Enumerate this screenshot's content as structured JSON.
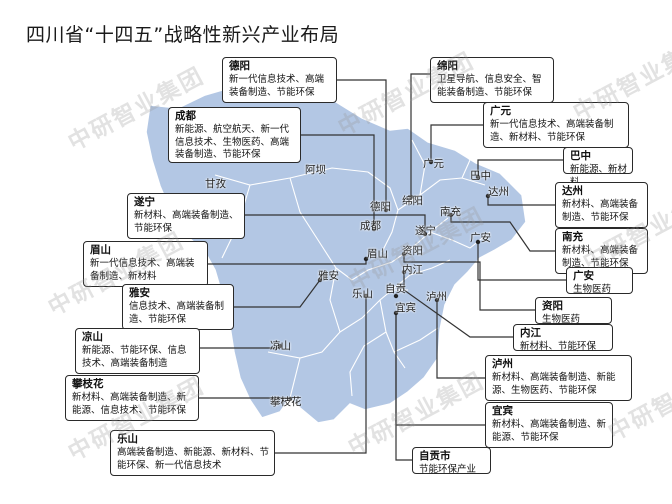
{
  "title": "四川省“十四五”战略性新兴产业布局",
  "colors": {
    "region": "#b3c7e4",
    "border": "#ffffff",
    "line": "#333333",
    "box_border": "#2a2a2a"
  },
  "watermark_text": "中研智业集团",
  "map_labels": [
    "甘孜",
    "阿坝",
    "德阳",
    "绵阳",
    "广元",
    "巴中",
    "达州",
    "南充",
    "广安",
    "成都",
    "遂宁",
    "眉山",
    "资阳",
    "内江",
    "雅安",
    "乐山",
    "自贡",
    "宜宾",
    "泸州",
    "凉山",
    "攀枝花"
  ],
  "cities": [
    {
      "name": "德阳",
      "industries": "新一代信息技术、高端装备制造、节能环保"
    },
    {
      "name": "绵阳",
      "industries": "卫星导航、信息安全、智能装备制造、节能环保"
    },
    {
      "name": "成都",
      "industries": "新能源、航空航天、新一代信息技术、生物医药、高端装备制造、节能环保"
    },
    {
      "name": "广元",
      "industries": "新一代信息技术、高端装备制造、新材料、节能环保"
    },
    {
      "name": "巴中",
      "industries": "新能源、新材料"
    },
    {
      "name": "达州",
      "industries": "新材料、高端装备制造、节能环保"
    },
    {
      "name": "遂宁",
      "industries": "新材料、高端装备制造、节能环保"
    },
    {
      "name": "南充",
      "industries": "新材料、高端装备制造、节能环保"
    },
    {
      "name": "眉山",
      "industries": "新一代信息技术、高端装备制造、新材料"
    },
    {
      "name": "广安",
      "industries": "生物医药"
    },
    {
      "name": "雅安",
      "industries": "信息技术、高端装备制造、节能环保"
    },
    {
      "name": "资阳",
      "industries": "生物医药"
    },
    {
      "name": "凉山",
      "industries": "新能源、节能环保、信息技术、高端装备制造"
    },
    {
      "name": "内江",
      "industries": "新材料、节能环保"
    },
    {
      "name": "攀枝花",
      "industries": "新材料、高端装备制造、新能源、信息技术、节能环保"
    },
    {
      "name": "泸州",
      "industries": "新材料、高端装备制造、新能源、生物医药、节能环保"
    },
    {
      "name": "乐山",
      "industries": "高端装备制造、新能源、新材料、节能环保、新一代信息技术"
    },
    {
      "name": "宜宾",
      "industries": "新材料、高端装备制造、新能源、节能环保"
    },
    {
      "name": "自贡市",
      "industries": "节能环保产业"
    }
  ]
}
